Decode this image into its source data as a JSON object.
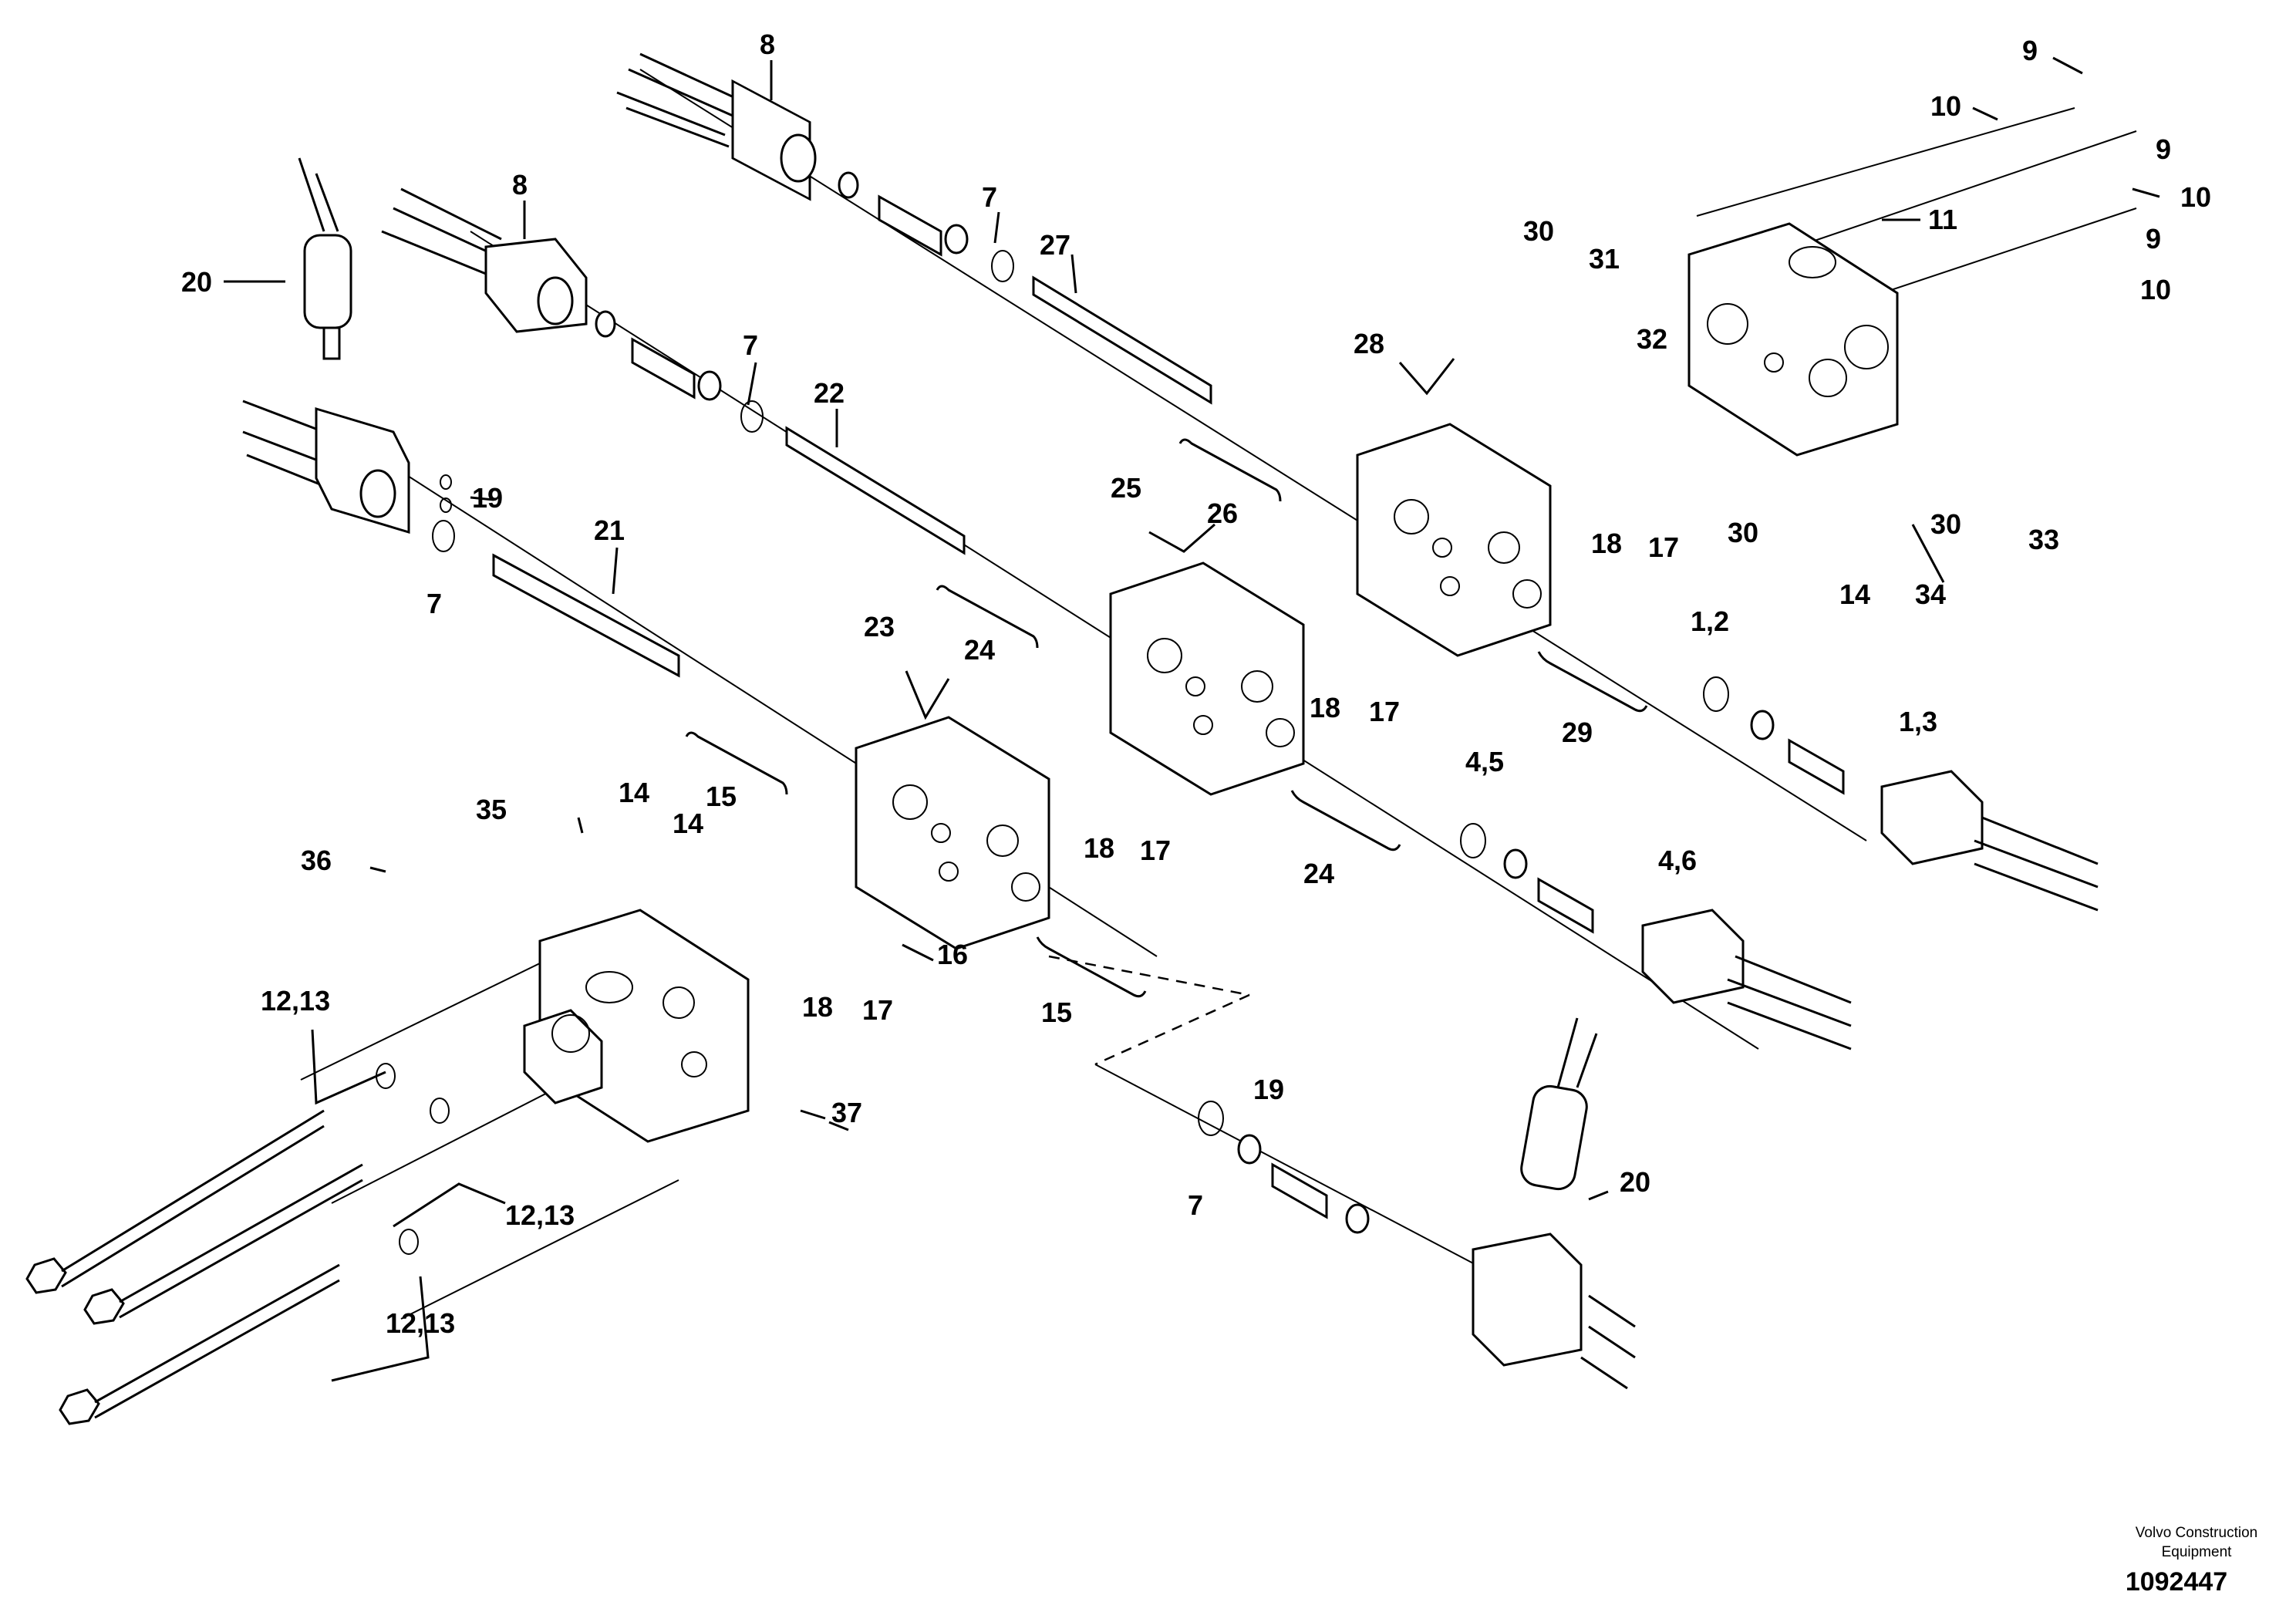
{
  "labels": [
    "8",
    "8",
    "9",
    "9",
    "9",
    "10",
    "10",
    "10",
    "11",
    "30",
    "31",
    "32",
    "30",
    "30",
    "33",
    "14",
    "34",
    "20",
    "7",
    "27",
    "7",
    "22",
    "28",
    "19",
    "21",
    "7",
    "25",
    "26",
    "18",
    "17",
    "18",
    "17",
    "24",
    "23",
    "1,2",
    "29",
    "1,3",
    "35",
    "14",
    "14",
    "15",
    "36",
    "18",
    "17",
    "4,5",
    "24",
    "16",
    "15",
    "4,6",
    "12,13",
    "18",
    "17",
    "19",
    "37",
    "20",
    "7",
    "12,13",
    "12,13"
  ],
  "footer": {
    "company_line1": "Volvo Construction",
    "company_line2": "Equipment",
    "drawing_number": "1092447"
  }
}
